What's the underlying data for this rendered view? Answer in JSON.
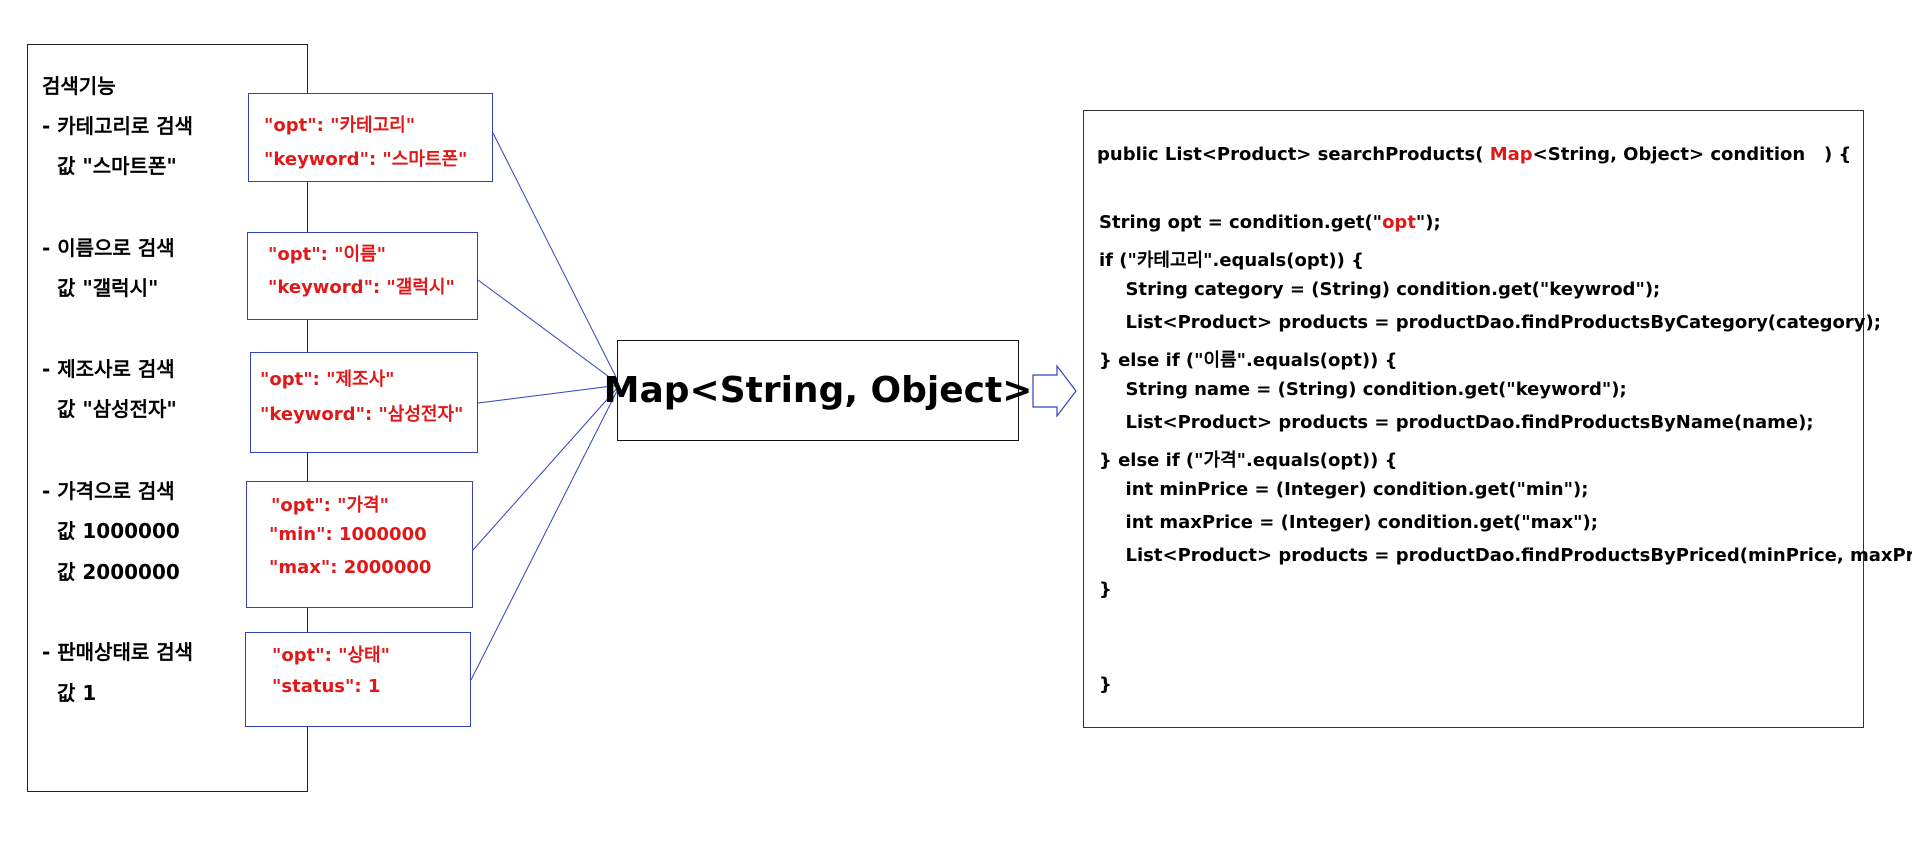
{
  "panel": {
    "title": "검색기능",
    "items": [
      {
        "label": "- 카테고리로 검색",
        "values": [
          "값 \"스마트폰\""
        ]
      },
      {
        "label": "- 이름으로 검색",
        "values": [
          "값 \"갤럭시\""
        ]
      },
      {
        "label": "- 제조사로 검색",
        "values": [
          "값 \"삼성전자\""
        ]
      },
      {
        "label": "- 가격으로 검색",
        "values": [
          "값 1000000",
          "값 2000000"
        ]
      },
      {
        "label": "- 판매상태로 검색",
        "values": [
          "값 1"
        ]
      }
    ]
  },
  "maps": [
    [
      "\"opt\": \"카테고리\"",
      "\"keyword\": \"스마트폰\""
    ],
    [
      "\"opt\": \"이름\"",
      "\"keyword\": \"갤럭시\""
    ],
    [
      "\"opt\": \"제조사\"",
      "\"keyword\": \"삼성전자\""
    ],
    [
      "\"opt\": \"가격\"",
      "\"min\": 1000000",
      "\"max\": 2000000"
    ],
    [
      "\"opt\": \"상태\"",
      "\"status\": 1"
    ]
  ],
  "central_label": "Map<String, Object>",
  "code": {
    "signature_prefix": "public List<Product> searchProducts( ",
    "signature_highlight": "Map",
    "signature_suffix": "<String, Object> condition   ) {",
    "opt_line_prefix": "String opt = condition.get(\"",
    "opt_line_highlight": "opt",
    "opt_line_suffix": "\");",
    "lines": [
      "if (\"카테고리\".equals(opt)) {",
      "  String category = (String) condition.get(\"keywrod\");",
      "  List<Product> products = productDao.findProductsByCategory(category);",
      "} else if (\"이름\".equals(opt)) {",
      "  String name = (String) condition.get(\"keyword\");",
      "  List<Product> products = productDao.findProductsByName(name);",
      "} else if (\"가격\".equals(opt)) {",
      "  int minPrice = (Integer) condition.get(\"min\");",
      "  int maxPrice = (Integer) condition.get(\"max\");",
      "  List<Product> products = productDao.findProductsByPriced(minPrice, maxPrice);",
      "}"
    ],
    "closing": "}"
  }
}
